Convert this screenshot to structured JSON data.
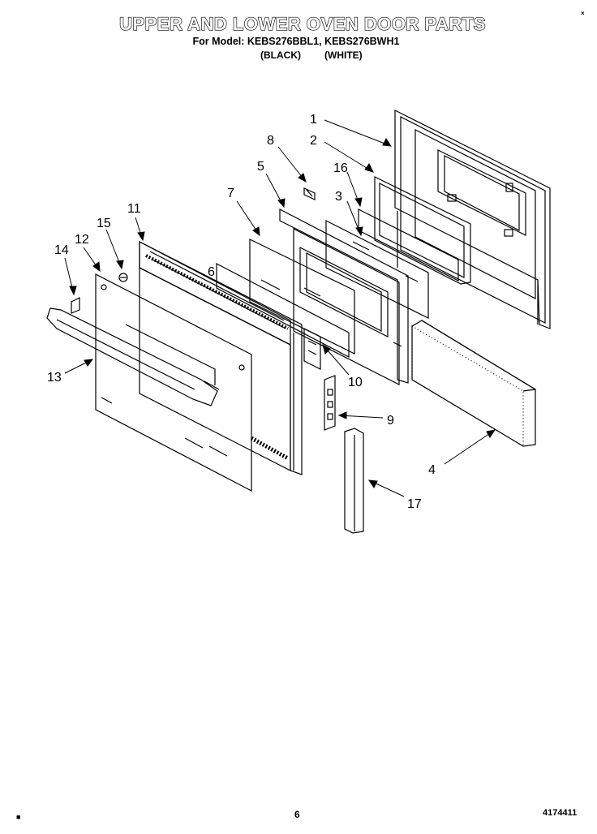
{
  "header": {
    "title": "UPPER AND LOWER OVEN DOOR PARTS",
    "model_line": "For Model: KEBS276BBL1, KEBS276BWH1",
    "variant_black": "(BLACK)",
    "variant_white": "(WHITE)"
  },
  "footer": {
    "page_number": "6",
    "document_number": "4174411"
  },
  "callouts": {
    "c1": "1",
    "c2": "2",
    "c3": "3",
    "c4": "4",
    "c5": "5",
    "c6": "6",
    "c7": "7",
    "c8": "8",
    "c9": "9",
    "c10": "10",
    "c11": "11",
    "c12": "12",
    "c13": "13",
    "c14": "14",
    "c15": "15",
    "c16": "16",
    "c17": "17"
  }
}
